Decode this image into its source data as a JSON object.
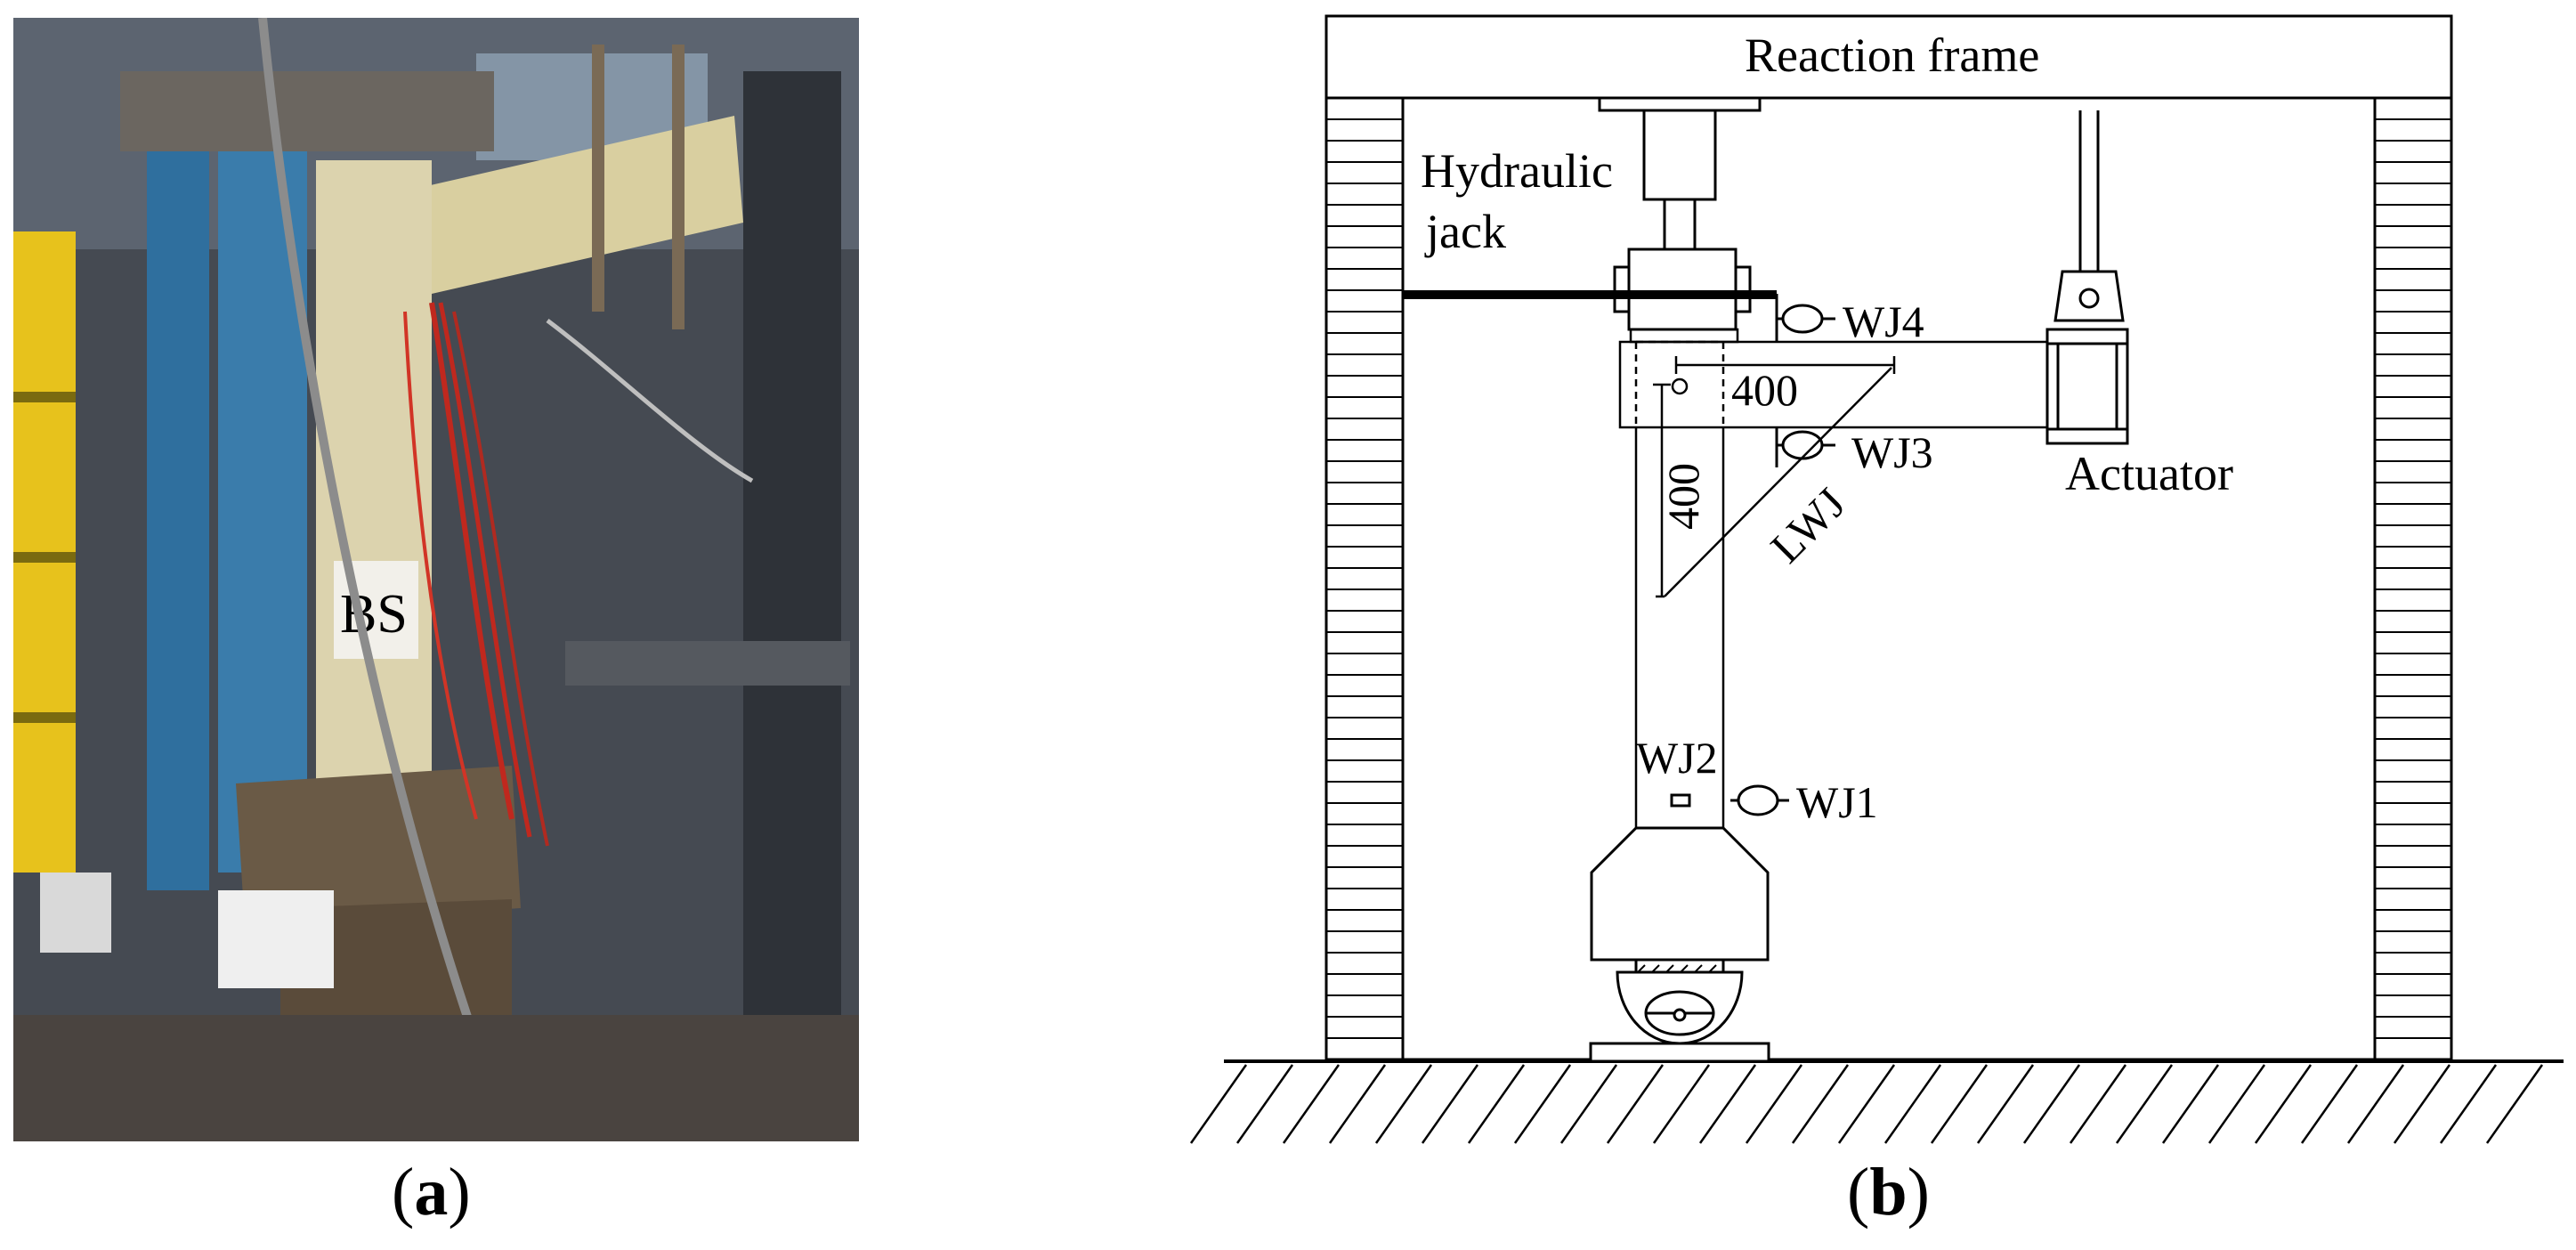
{
  "panels": {
    "a": {
      "caption_open": "(",
      "caption_letter": "a",
      "caption_close": ")"
    },
    "b": {
      "caption_open": "(",
      "caption_letter": "b",
      "caption_close": ")"
    }
  },
  "photo": {
    "column_marking": "BS"
  },
  "diagram": {
    "reaction_frame": "Reaction frame",
    "hydraulic_jack_line1": "Hydraulic",
    "hydraulic_jack_line2": "jack",
    "actuator": "Actuator",
    "sensors": {
      "wj1": "WJ1",
      "wj2": "WJ2",
      "wj3": "WJ3",
      "wj4": "WJ4",
      "lwj": "LWJ"
    },
    "dim_horizontal": "400",
    "dim_vertical": "400"
  },
  "colors": {
    "line": "#000000",
    "photo_wood": "#d9cfa0",
    "photo_steel_blue": "#2f6f9e",
    "photo_yellow": "#e7c21c",
    "photo_wire_red": "#c0281e"
  }
}
